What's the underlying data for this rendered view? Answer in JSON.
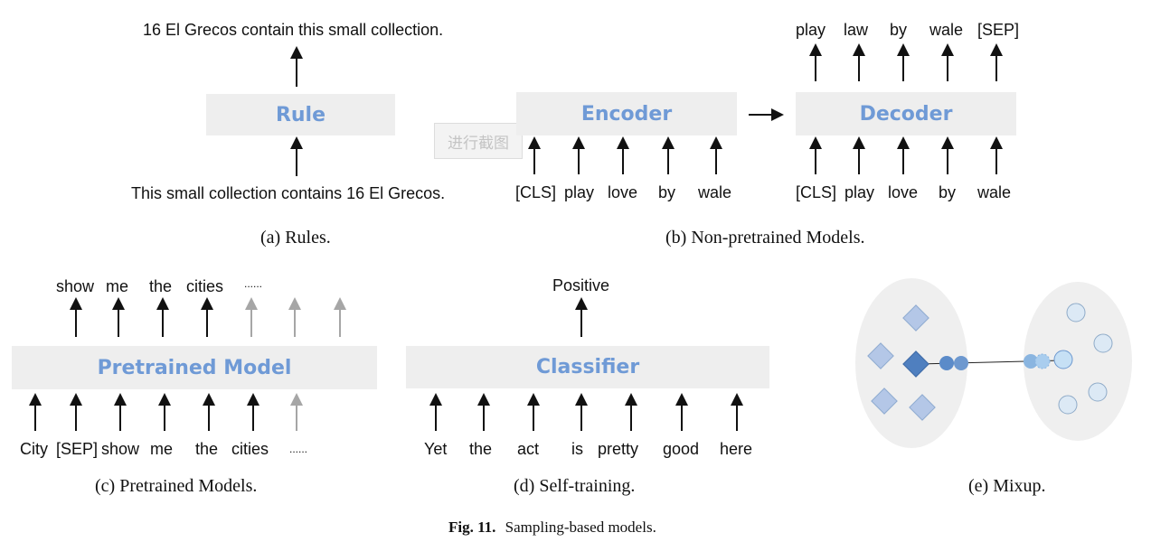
{
  "panel_a": {
    "output_sentence": "16 El Grecos contain this small collection.",
    "box_label": "Rule",
    "input_sentence": "This small collection contains 16 El Grecos.",
    "caption": "(a) Rules."
  },
  "panel_b": {
    "encoder_label": "Encoder",
    "decoder_label": "Decoder",
    "encoder_inputs": [
      "[CLS]",
      "play",
      "love",
      "by",
      "wale"
    ],
    "decoder_inputs": [
      "[CLS]",
      "play",
      "love",
      "by",
      "wale"
    ],
    "decoder_outputs": [
      "play",
      "law",
      "by",
      "wale",
      "[SEP]"
    ],
    "caption": "(b) Non-pretrained Models."
  },
  "panel_c": {
    "box_label": "Pretrained Model",
    "outputs": [
      "show",
      "me",
      "the",
      "cities",
      "......"
    ],
    "inputs": [
      "City",
      "[SEP]",
      "show",
      "me",
      "the",
      "cities",
      "......"
    ],
    "caption": "(c) Pretrained Models."
  },
  "panel_d": {
    "box_label": "Classifier",
    "output": "Positive",
    "inputs": [
      "Yet",
      "the",
      "act",
      "is",
      "pretty",
      "good",
      "here"
    ],
    "caption": "(d) Self-training."
  },
  "panel_e": {
    "caption": "(e) Mixup."
  },
  "stamp_text": "进行截图",
  "figure_caption": {
    "label": "Fig. 11.",
    "text": "Sampling-based models."
  },
  "colors": {
    "box_fill": "#eeeeee",
    "box_text": "#6f9ad6",
    "arrow_dark": "#111111",
    "arrow_light": "#a6a6a6",
    "ellipse_fill": "#efefef",
    "diamond_fill": "#b4c7e7",
    "diamond_dark": "#4f7fbf",
    "circle_fill": "#dce9f5",
    "circle_mixed": "#9dc3e6"
  }
}
